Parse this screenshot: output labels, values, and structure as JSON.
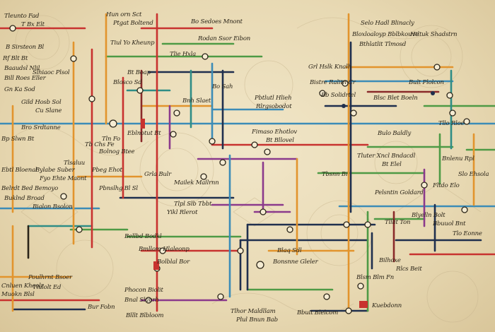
{
  "palette": {
    "paper": "#ede0bf",
    "red": "#c8322f",
    "orange": "#e2942d",
    "green": "#4e9a45",
    "blue": "#3c8cb7",
    "navy": "#1f2f4e",
    "purple": "#8b3a8c",
    "maroon": "#8a2a2a",
    "teal": "#2f8d86",
    "dark": "#2a2418"
  },
  "labels": [
    {
      "id": "l01",
      "text": "Tleunto Fad"
    },
    {
      "id": "l02",
      "text": "T Bx Elt"
    },
    {
      "id": "l03",
      "text": "Rf Blt Bt"
    },
    {
      "id": "l04",
      "text": "B Sirsteon Bl"
    },
    {
      "id": "l05",
      "text": "Cu Slane"
    },
    {
      "id": "l06",
      "text": "Bill Roes Eller"
    },
    {
      "id": "l07",
      "text": "Gn Ka Sod"
    },
    {
      "id": "l08",
      "text": "Gild Hosb Sol"
    },
    {
      "id": "l09",
      "text": "Hun orn Sct"
    },
    {
      "id": "l10",
      "text": "Ptgat Boltend"
    },
    {
      "id": "l11",
      "text": "Bo Sedoes Mnont"
    },
    {
      "id": "l12",
      "text": "Tiul Yo Kheunp"
    },
    {
      "id": "l13",
      "text": "Rodan Ssor Eibon"
    },
    {
      "id": "l14",
      "text": "Bt Boap"
    },
    {
      "id": "l15",
      "text": "Blosco Sd"
    },
    {
      "id": "l16",
      "text": "Tlie Hxla"
    },
    {
      "id": "l17",
      "text": "Pbtlutl Hlieh"
    },
    {
      "id": "l18",
      "text": "Rlrgsobodot"
    },
    {
      "id": "l19",
      "text": "Fimaso Ehotlov"
    },
    {
      "id": "l20",
      "text": "Bt Bllovel"
    },
    {
      "id": "l21",
      "text": "Tluter Xncl Bndacdl"
    },
    {
      "id": "l22",
      "text": "Bt Elel"
    },
    {
      "id": "l23",
      "text": "Tbsnn Bi"
    },
    {
      "id": "l24",
      "text": "Pelsntin Goldard"
    },
    {
      "id": "l25",
      "text": "Bnlenu Rpl"
    },
    {
      "id": "l26",
      "text": "Selo Hadl Blinacly"
    },
    {
      "id": "l27",
      "text": "Bloxloaloyp Bblbkouve"
    },
    {
      "id": "l28",
      "text": "Bthlatlit Tlmosd"
    },
    {
      "id": "l29",
      "text": "Htltuk Shadstrn"
    },
    {
      "id": "l30",
      "text": "Grl Hslk Knalh"
    },
    {
      "id": "l31",
      "text": "Bistre Ralitn Cr"
    },
    {
      "id": "l32",
      "text": "Bult Plolcon"
    },
    {
      "id": "l33",
      "text": "Blsc Blet Boeln"
    },
    {
      "id": "l34",
      "text": "Bulo Baldly"
    },
    {
      "id": "l35",
      "text": "Ebtl Bloenal"
    },
    {
      "id": "l36",
      "text": "Bylabe Suber"
    },
    {
      "id": "l37",
      "text": "Fyo Ehte Maont"
    },
    {
      "id": "l38",
      "text": "Belrdt Bed Bemoyo"
    },
    {
      "id": "l39",
      "text": "Buklnd Broad"
    },
    {
      "id": "l40",
      "text": "Bialon Bsolon"
    },
    {
      "id": "l41",
      "text": "Pbeg Ehot"
    },
    {
      "id": "l42",
      "text": "Pbnslhg Bl Sl"
    },
    {
      "id": "l43",
      "text": "Bolnog Btee"
    },
    {
      "id": "l44",
      "text": "Grla Bulr"
    },
    {
      "id": "l45",
      "text": "Mailek Mallrnn"
    },
    {
      "id": "l46",
      "text": "Tlpl Slb Tbbt"
    },
    {
      "id": "l47",
      "text": "Yikl Rlerot"
    },
    {
      "id": "l48",
      "text": "Bellbd Bodkl"
    },
    {
      "id": "l49",
      "text": "Bmllom Hlaleonp"
    },
    {
      "id": "l50",
      "text": "Bolblal Bor"
    },
    {
      "id": "l51",
      "text": "Phocon Biolit"
    },
    {
      "id": "l52",
      "text": "Bnal Slaurh"
    },
    {
      "id": "l53",
      "text": "Blllt Blbloom"
    },
    {
      "id": "l54",
      "text": "Bur Fobn"
    },
    {
      "id": "l55",
      "text": "Tlhor Maldllam"
    },
    {
      "id": "l56",
      "text": "Plul Bnun Bab"
    },
    {
      "id": "l57",
      "text": "Bbuit Blelcom"
    },
    {
      "id": "l58",
      "text": "Kuebdonn"
    },
    {
      "id": "l59",
      "text": "Blsm Blm Fn"
    },
    {
      "id": "l60",
      "text": "Blaq Sdl"
    },
    {
      "id": "l61",
      "text": "Bonsnne Gleler"
    },
    {
      "id": "l62",
      "text": "Bilhoxe"
    },
    {
      "id": "l63",
      "text": "Rlcs Beit"
    },
    {
      "id": "l64",
      "text": "Bbuuol Bnt"
    },
    {
      "id": "l65",
      "text": "Tlo Eonne"
    },
    {
      "id": "l66",
      "text": "Blyelln Bolt"
    },
    {
      "id": "l67",
      "text": "Tlllit Ton"
    },
    {
      "id": "l68",
      "text": "Bb Solidrtel"
    },
    {
      "id": "l69",
      "text": "Cnluen Kheolr"
    },
    {
      "id": "l70",
      "text": "Poulhrnt Bsoer"
    },
    {
      "id": "l71",
      "text": "Muokn Blsl"
    },
    {
      "id": "l72",
      "text": "Tlulolt Ed"
    },
    {
      "id": "l73",
      "text": "Bp Slwn Bt"
    },
    {
      "id": "l74",
      "text": "Tb Chs Fe"
    },
    {
      "id": "l75",
      "text": "Tln Fo"
    },
    {
      "id": "l76",
      "text": "Eblnotut Bt"
    },
    {
      "id": "l77",
      "text": "Tlsaluu"
    },
    {
      "id": "l78",
      "text": "Bro Srdtanne"
    },
    {
      "id": "l79",
      "text": "Baaudsl Nlil"
    },
    {
      "id": "l80",
      "text": "Slhiaoc Plsol"
    },
    {
      "id": "l81",
      "text": "Bo Sah"
    },
    {
      "id": "l82",
      "text": "Bnh Slaet"
    },
    {
      "id": "l83",
      "text": "Tllo Rloe"
    },
    {
      "id": "l84",
      "text": "Slo Ehsola"
    },
    {
      "id": "l85",
      "text": "Fltdo Elo"
    }
  ]
}
